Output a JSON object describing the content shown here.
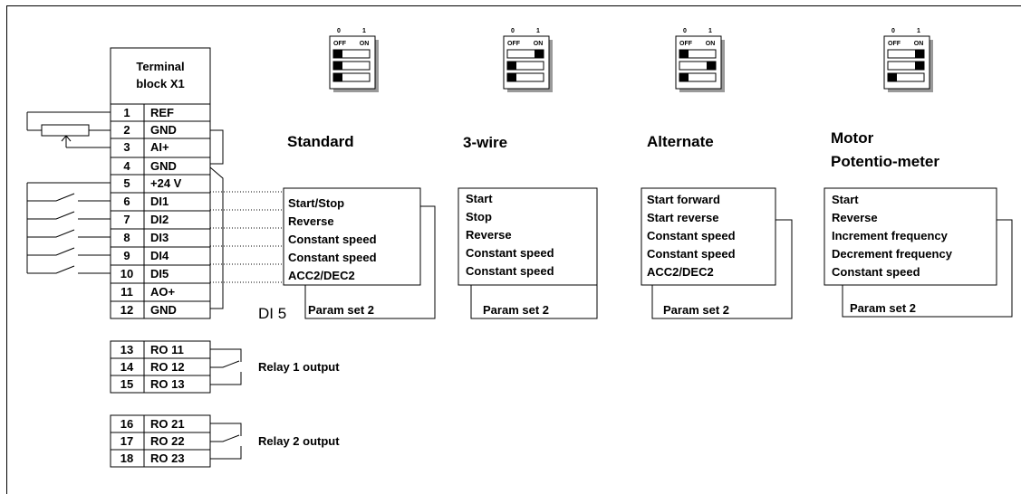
{
  "terminal_block": {
    "title_line1": "Terminal",
    "title_line2": "block X1",
    "rows": [
      {
        "num": "1",
        "label": "REF"
      },
      {
        "num": "2",
        "label": "GND"
      },
      {
        "num": "3",
        "label": "AI+"
      },
      {
        "num": "4",
        "label": "GND"
      },
      {
        "num": "5",
        "label": "+24 V"
      },
      {
        "num": "6",
        "label": "DI1"
      },
      {
        "num": "7",
        "label": "DI2"
      },
      {
        "num": "8",
        "label": "DI3"
      },
      {
        "num": "9",
        "label": "DI4"
      },
      {
        "num": "10",
        "label": "DI5"
      },
      {
        "num": "11",
        "label": "AO+"
      },
      {
        "num": "12",
        "label": "GND"
      }
    ]
  },
  "relay1": {
    "label": "Relay 1 output",
    "rows": [
      {
        "num": "13",
        "label": "RO 11"
      },
      {
        "num": "14",
        "label": "RO 12"
      },
      {
        "num": "15",
        "label": "RO 13"
      }
    ]
  },
  "relay2": {
    "label": "Relay 2 output",
    "rows": [
      {
        "num": "16",
        "label": "RO 21"
      },
      {
        "num": "17",
        "label": "RO 22"
      },
      {
        "num": "18",
        "label": "RO 23"
      }
    ]
  },
  "dip": {
    "zero": "0",
    "one": "1",
    "off": "OFF",
    "on": "ON"
  },
  "modes": [
    {
      "title_line1": "Standard",
      "title_line2": "",
      "functions": [
        "Start/Stop",
        "Reverse",
        "Constant speed",
        "Constant speed",
        "ACC2/DEC2"
      ],
      "param": "Param set 2",
      "switches": [
        "off",
        "off",
        "off"
      ]
    },
    {
      "title_line1": "3-wire",
      "title_line2": "",
      "functions": [
        "Start",
        "Stop",
        "Reverse",
        "Constant speed",
        "Constant speed"
      ],
      "param": "Param set 2",
      "switches": [
        "on",
        "off",
        "off"
      ]
    },
    {
      "title_line1": "Alternate",
      "title_line2": "",
      "functions": [
        "Start forward",
        "Start reverse",
        "Constant speed",
        "Constant speed",
        "ACC2/DEC2"
      ],
      "param": "Param set 2",
      "switches": [
        "off",
        "on",
        "off"
      ]
    },
    {
      "title_line1": "Motor",
      "title_line2": "Potentio-meter",
      "functions": [
        "Start",
        "Reverse",
        "Increment frequency",
        "Decrement frequency",
        "Constant speed"
      ],
      "param": "Param set 2",
      "switches": [
        "on",
        "on",
        "off"
      ]
    }
  ],
  "di5_label": "DI 5"
}
